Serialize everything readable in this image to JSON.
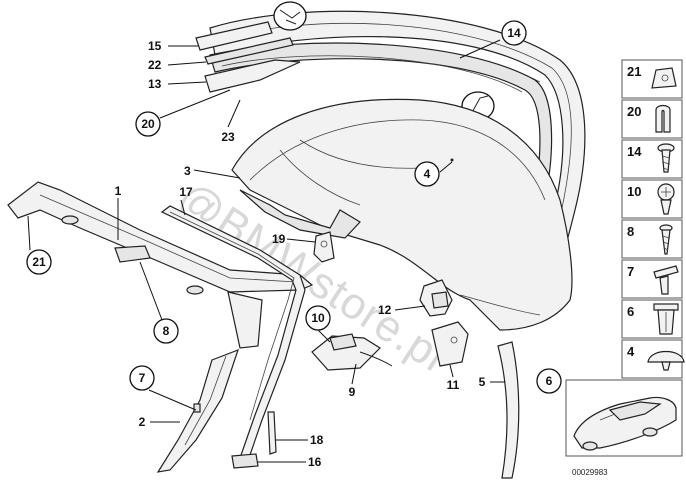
{
  "watermark": "@BMWstore.pl",
  "diagram_code": "00029983",
  "callouts": {
    "c1": "1",
    "c2": "2",
    "c3": "3",
    "c4": "4",
    "c5": "5",
    "c6": "6",
    "c7": "7",
    "c8": "8",
    "c9": "9",
    "c10": "10",
    "c11": "11",
    "c12": "12",
    "c13": "13",
    "c14": "14",
    "c15": "15",
    "c16": "16",
    "c17": "17",
    "c18": "18",
    "c19": "19",
    "c20": "20",
    "c21": "21",
    "c22": "22",
    "c23": "23"
  },
  "side_panel": {
    "items": [
      {
        "label": "21",
        "icon": "clip-icon"
      },
      {
        "label": "20",
        "icon": "spring-clip-icon"
      },
      {
        "label": "14",
        "icon": "screw-icon"
      },
      {
        "label": "10",
        "icon": "body-screw-icon"
      },
      {
        "label": "8",
        "icon": "tapping-screw-icon"
      },
      {
        "label": "7",
        "icon": "expanding-rivet-icon"
      },
      {
        "label": "6",
        "icon": "expanding-nut-icon"
      },
      {
        "label": "4",
        "icon": "plug-icon"
      }
    ],
    "car_thumbnail": "convertible-car-icon"
  }
}
